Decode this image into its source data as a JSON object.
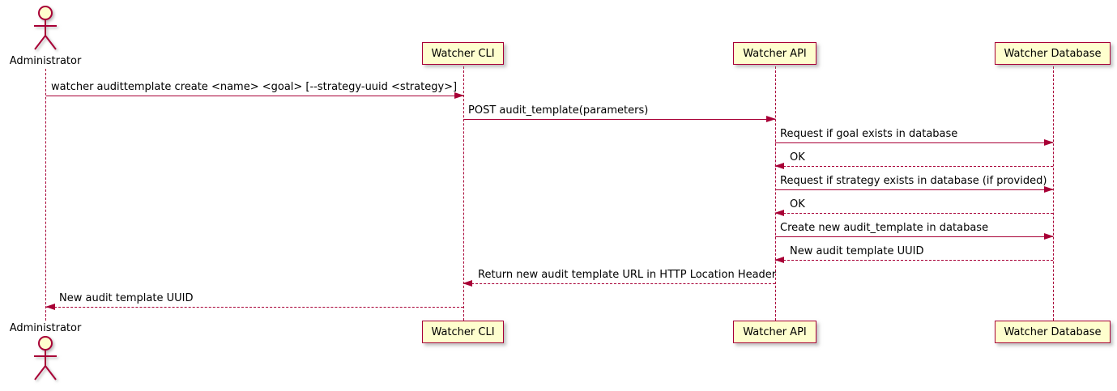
{
  "diagram_type": "uml-sequence",
  "colors": {
    "accent": "#A80036",
    "participant_fill": "#FEFECE",
    "text": "#000000",
    "background": "#FFFFFF"
  },
  "actor": {
    "label": "Administrator"
  },
  "participants": [
    {
      "label": "Watcher CLI"
    },
    {
      "label": "Watcher API"
    },
    {
      "label": "Watcher Database"
    }
  ],
  "messages": [
    {
      "from": "Administrator",
      "to": "Watcher CLI",
      "style": "solid",
      "label": "watcher audittemplate create <name> <goal> [--strategy-uuid <strategy>]"
    },
    {
      "from": "Watcher CLI",
      "to": "Watcher API",
      "style": "solid",
      "label": "POST audit_template(parameters)"
    },
    {
      "from": "Watcher API",
      "to": "Watcher Database",
      "style": "solid",
      "label": "Request if goal exists in database"
    },
    {
      "from": "Watcher Database",
      "to": "Watcher API",
      "style": "dashed",
      "label": "OK"
    },
    {
      "from": "Watcher API",
      "to": "Watcher Database",
      "style": "solid",
      "label": "Request if strategy exists in database (if provided)"
    },
    {
      "from": "Watcher Database",
      "to": "Watcher API",
      "style": "dashed",
      "label": "OK"
    },
    {
      "from": "Watcher API",
      "to": "Watcher Database",
      "style": "solid",
      "label": "Create new audit_template in database"
    },
    {
      "from": "Watcher Database",
      "to": "Watcher API",
      "style": "dashed",
      "label": "New audit template UUID"
    },
    {
      "from": "Watcher API",
      "to": "Watcher CLI",
      "style": "dashed",
      "label": "Return new audit template URL in HTTP Location Header"
    },
    {
      "from": "Watcher CLI",
      "to": "Administrator",
      "style": "dashed",
      "label": "New audit template UUID"
    }
  ]
}
